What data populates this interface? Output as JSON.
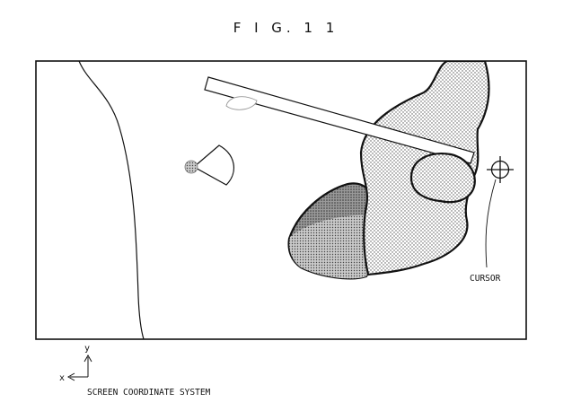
{
  "figure": {
    "title": "F I G. 1 1"
  },
  "labels": {
    "cursor": "CURSOR",
    "axis_x": "x",
    "axis_y": "y",
    "coordinate_system": "SCREEN COORDINATE SYSTEM"
  },
  "icons": {
    "cursor": "crosshair-icon",
    "axes": "coordinate-axes-icon"
  },
  "colors": {
    "line": "#111111",
    "background": "#ffffff",
    "light_dot_fill": "#dcdcdc",
    "dark_dot_fill": "#8f8f8f",
    "mid_dot_fill": "#b4b4b4"
  }
}
